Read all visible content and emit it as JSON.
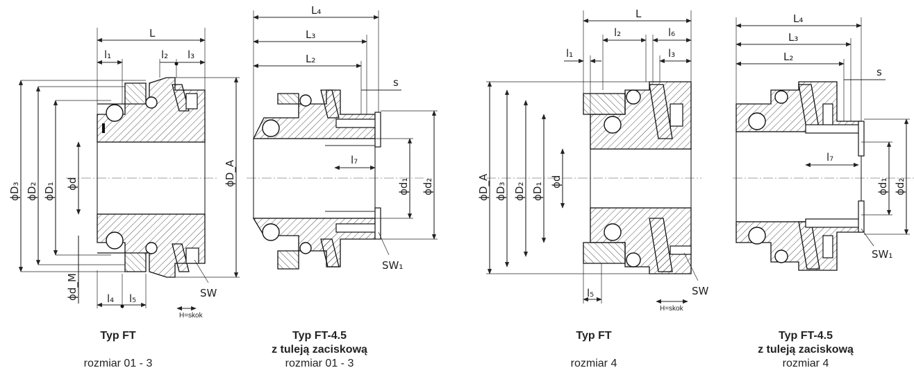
{
  "figures": [
    {
      "title": "Typ FT",
      "subtitle": "",
      "size": "rozmiar 01 - 3",
      "labels": {
        "L": "L",
        "l1": "l₁",
        "l2": "l₂",
        "l3": "l₃",
        "l4": "l₄",
        "l5": "l₅",
        "D3": "ϕD₃",
        "D2": "ϕD₂",
        "D1": "ϕD₁",
        "d": "ϕd",
        "DA": "ϕD_A",
        "dM": "ϕd_M",
        "SW": "SW",
        "H": "H=skok"
      }
    },
    {
      "title": "Typ FT-4.5",
      "subtitle": "z tuleją zaciskową",
      "size": "rozmiar 01 - 3",
      "labels": {
        "L4": "L₄",
        "L3": "L₃",
        "L2": "L₂",
        "s": "s",
        "l7": "l₇",
        "d1": "ϕd₁",
        "d2": "ϕd₂",
        "SW1": "SW₁"
      }
    },
    {
      "title": "Typ FT",
      "subtitle": "",
      "size": "rozmiar 4",
      "labels": {
        "L": "L",
        "l1": "l₁",
        "l2": "l₂",
        "l3": "l₃",
        "l5": "l₅",
        "l6": "l₆",
        "DA": "ϕD_A",
        "D3": "ϕD₃",
        "D2": "ϕD₂",
        "D1": "ϕD₁",
        "d": "ϕd",
        "SW": "SW",
        "H": "H=skok"
      }
    },
    {
      "title": "Typ FT-4.5",
      "subtitle": "z tuleją zaciskową",
      "size": "rozmiar 4",
      "labels": {
        "L4": "L₄",
        "L3": "L₃",
        "L2": "L₂",
        "s": "s",
        "l7": "l₇",
        "d1": "ϕd₁",
        "d2": "ϕd₂",
        "SW1": "SW₁"
      }
    }
  ]
}
